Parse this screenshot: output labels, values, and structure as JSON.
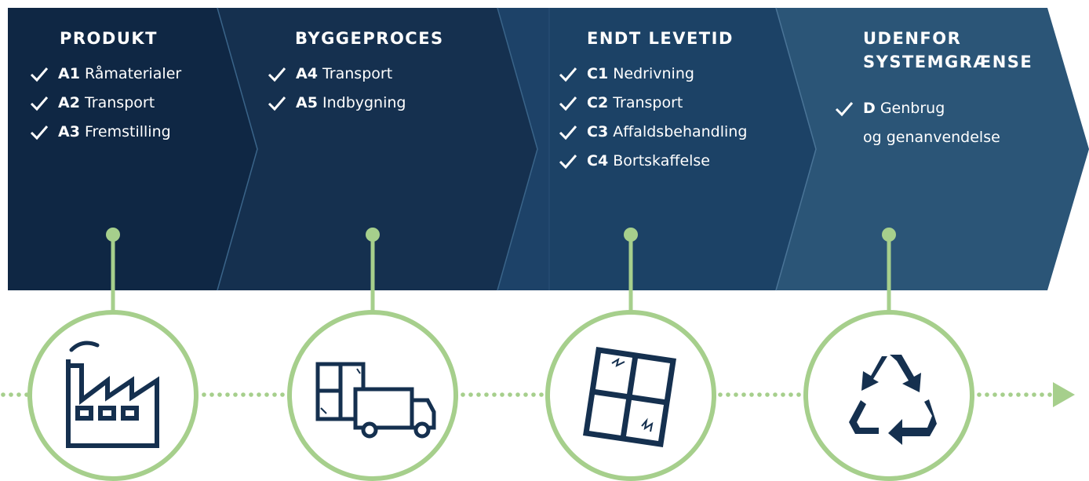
{
  "stages": [
    {
      "title": "PRODUKT",
      "items": [
        {
          "code": "A1",
          "text": "Råmaterialer"
        },
        {
          "code": "A2",
          "text": "Transport"
        },
        {
          "code": "A3",
          "text": "Fremstilling"
        }
      ]
    },
    {
      "title": "BYGGEPROCES",
      "items": [
        {
          "code": "A4",
          "text": "Transport"
        },
        {
          "code": "A5",
          "text": "Indbygning"
        }
      ]
    },
    {
      "title": "ENDT LEVETID",
      "items": [
        {
          "code": "C1",
          "text": "Nedrivning"
        },
        {
          "code": "C2",
          "text": "Transport"
        },
        {
          "code": "C3",
          "text": "Affaldsbehandling"
        },
        {
          "code": "C4",
          "text": "Bortskaffelse"
        }
      ]
    },
    {
      "title_line1": "UDENFOR",
      "title_line2": "SYSTEMGRÆNSE",
      "items": [
        {
          "code": "D",
          "text": "Genbrug",
          "continuation": "og genanvendelse"
        }
      ]
    }
  ],
  "icons": [
    "factory-icon",
    "window-truck-icon",
    "broken-window-icon",
    "recycle-icon"
  ],
  "colors": {
    "band1": "#0f2744",
    "band2": "#15304f",
    "band3": "#1c4266",
    "band4": "#2b5577",
    "accent_green": "#a6cf8c",
    "icon_navy": "#15304f",
    "text": "#ffffff"
  }
}
